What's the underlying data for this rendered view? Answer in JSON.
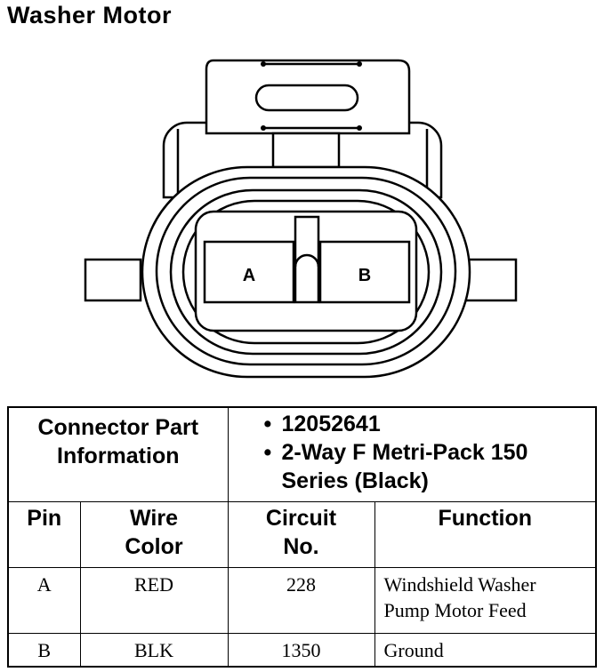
{
  "title": "Washer Motor",
  "connector": {
    "pins": [
      "A",
      "B"
    ]
  },
  "part_info": {
    "label_line1": "Connector Part",
    "label_line2": "Information",
    "bullet": "•",
    "part_number": "12052641",
    "desc_line1": "2-Way F Metri-Pack 150",
    "desc_line2": "Series (Black)"
  },
  "columns": {
    "pin": "Pin",
    "wire_color_line1": "Wire",
    "wire_color_line2": "Color",
    "circuit_line1": "Circuit",
    "circuit_line2": "No.",
    "function": "Function"
  },
  "rows": [
    {
      "pin": "A",
      "wire_color": "RED",
      "circuit": "228",
      "function_line1": "Windshield Washer",
      "function_line2": "Pump Motor Feed"
    },
    {
      "pin": "B",
      "wire_color": "BLK",
      "circuit": "1350",
      "function_line1": "Ground",
      "function_line2": ""
    }
  ]
}
